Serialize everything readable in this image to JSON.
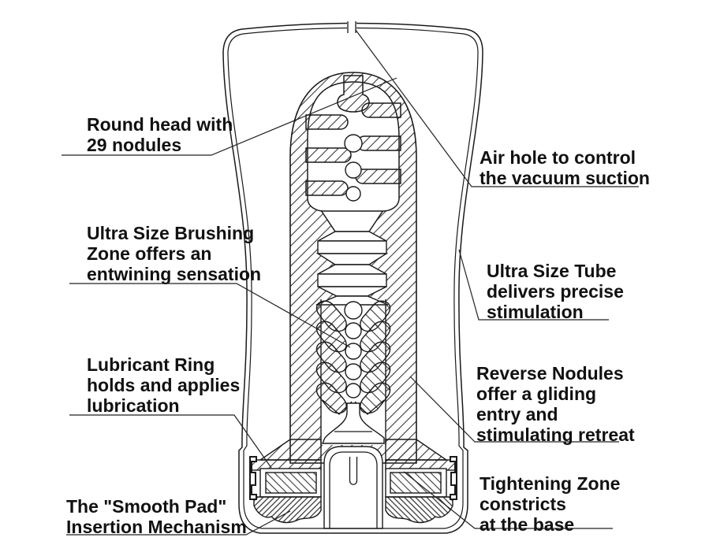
{
  "diagram": {
    "type": "technical-cutaway-diagram",
    "colors": {
      "line": "#1a1a1a",
      "background": "#ffffff"
    },
    "labels": {
      "round_head": {
        "text": "Round head with\n29 nodules"
      },
      "air_hole": {
        "text": "Air hole to control\nthe vacuum suction"
      },
      "brushing_zone": {
        "text": "Ultra Size Brushing\nZone offers an\nentwining sensation"
      },
      "ultra_size_tube": {
        "text": "Ultra Size Tube\ndelivers precise\nstimulation"
      },
      "lubricant_ring": {
        "text": "Lubricant Ring\nholds and applies\nlubrication"
      },
      "reverse_nodules": {
        "text": "Reverse Nodules\noffer a gliding\nentry and\nstimulating retreat"
      },
      "smooth_pad": {
        "text": "The \"Smooth Pad\"\nInsertion Mechanism"
      },
      "tightening_zone": {
        "text": "Tightening Zone\nconstricts\nat the base"
      }
    }
  }
}
